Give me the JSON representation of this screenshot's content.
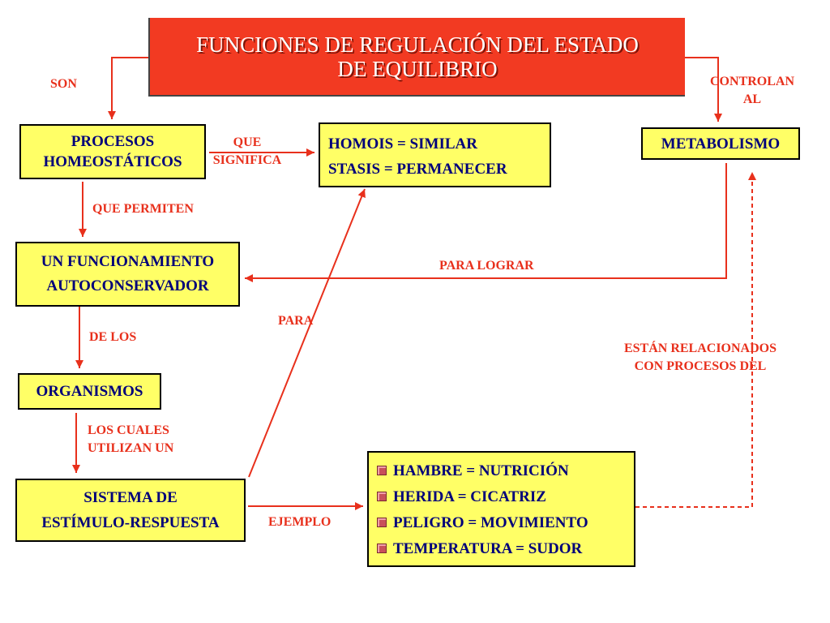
{
  "title": {
    "line1": "FUNCIONES DE REGULACIÓN DEL ESTADO",
    "line2": "DE EQUILIBRIO"
  },
  "nodes": {
    "procesos": {
      "line1": "PROCESOS",
      "line2": "HOMEOSTÁTICOS"
    },
    "homois": {
      "line1": "HOMOIS = SIMILAR",
      "line2": "STASIS = PERMANECER"
    },
    "metabolismo": {
      "text": "METABOLISMO"
    },
    "funcionamiento": {
      "line1": "UN FUNCIONAMIENTO",
      "line2": "AUTOCONSERVADOR"
    },
    "organismos": {
      "text": "ORGANISMOS"
    },
    "sistema": {
      "line1": "SISTEMA DE",
      "line2": "ESTÍMULO-RESPUESTA"
    },
    "ejemplos": {
      "items": [
        "HAMBRE = NUTRICIÓN",
        "HERIDA = CICATRIZ",
        "PELIGRO = MOVIMIENTO",
        "TEMPERATURA = SUDOR"
      ]
    }
  },
  "labels": {
    "son": "SON",
    "controlan_1": "CONTROLAN",
    "controlan_2": "AL",
    "que_significa_1": "QUE",
    "que_significa_2": "SIGNIFICA",
    "que_permiten": "QUE PERMITEN",
    "para_lograr": "PARA LOGRAR",
    "de_los": "DE LOS",
    "para": "PARA",
    "estan_1": "ESTÁN RELACIONADOS",
    "estan_2": "CON PROCESOS DEL",
    "los_cuales_1": "LOS CUALES",
    "los_cuales_2": "UTILIZAN UN",
    "ejemplo": "EJEMPLO"
  },
  "colors": {
    "title_bg": "#f23a22",
    "box_bg": "#ffff66",
    "box_text": "#00007a",
    "label_text": "#e8301c",
    "arrow": "#e8301c"
  }
}
